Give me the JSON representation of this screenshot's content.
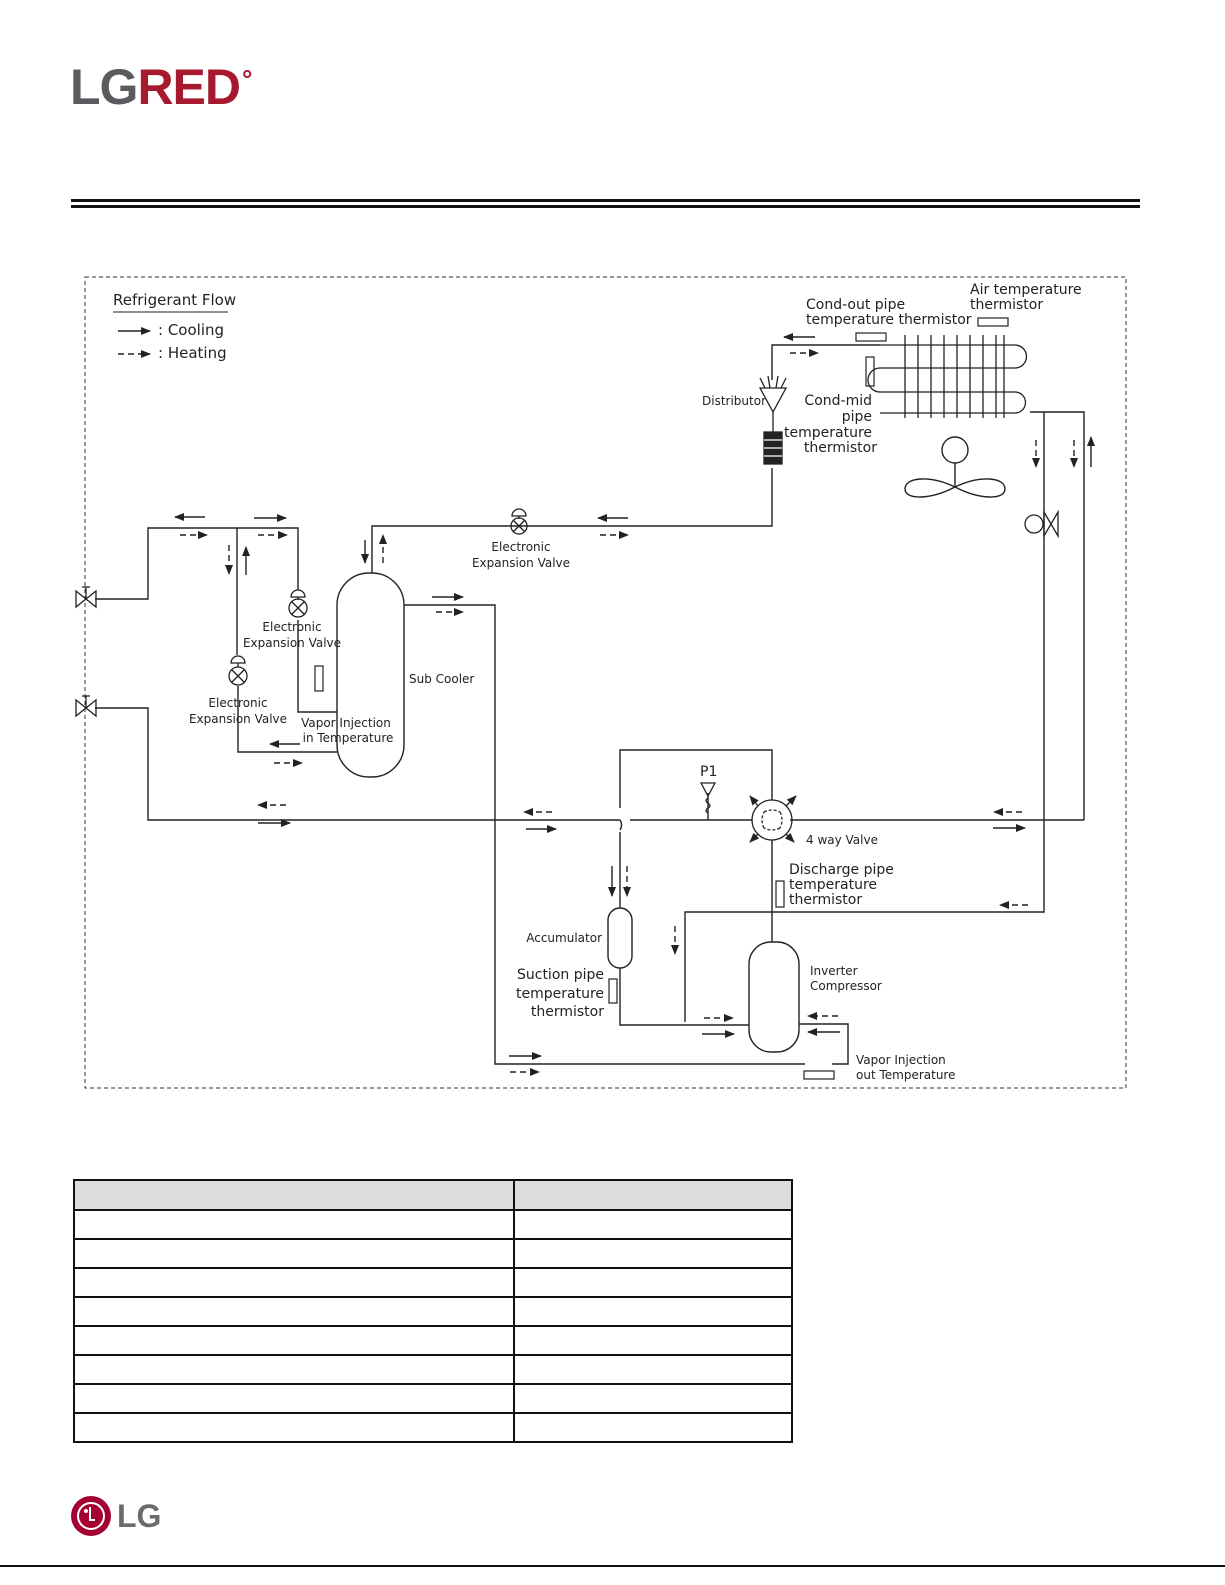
{
  "brand": {
    "lg": "LG",
    "red": "RED",
    "degree": "°"
  },
  "legend": {
    "title": "Refrigerant Flow",
    "cooling": ":  Cooling",
    "heating": ":  Heating"
  },
  "labels": {
    "air_temp": [
      "Air temperature",
      "thermistor"
    ],
    "cond_out": [
      "Cond-out pipe",
      "temperature thermistor"
    ],
    "distributor": "Distributor",
    "cond_mid": [
      "Cond-mid",
      "pipe",
      "temperature",
      "thermistor"
    ],
    "eev_center": [
      "Electronic",
      "Expansion Valve"
    ],
    "eev_mid": [
      "Electronic",
      "Expansion Valve"
    ],
    "eev_low": [
      "Electronic",
      "Expansion Valve"
    ],
    "sub_cooler": "Sub Cooler",
    "vapor_in": [
      "Vapor Injection",
      "in Temperature"
    ],
    "p1": "P1",
    "four_way": "4 way Valve",
    "discharge": [
      "Discharge pipe",
      "temperature",
      "thermistor"
    ],
    "accumulator": "Accumulator",
    "suction": [
      "Suction pipe",
      "temperature",
      "thermistor"
    ],
    "compressor": [
      "Inverter",
      "Compressor"
    ],
    "vapor_out": [
      "Vapor Injection",
      "out Temperature"
    ]
  },
  "colors": {
    "brand_red": "#a6192e",
    "brand_gray": "#5b5b5f",
    "lg_logo": "#a50034",
    "table_header": "#dcdcdc"
  },
  "footer": {
    "logo_icon": "lg-face-icon",
    "logo_text": "LG"
  }
}
